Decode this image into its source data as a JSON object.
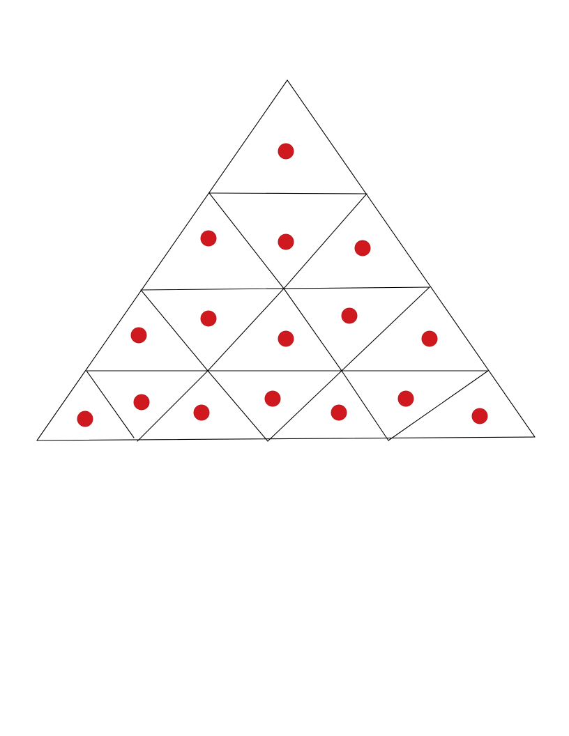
{
  "diagram": {
    "description_visible_text": "",
    "colors": {
      "line": "#000000",
      "dot": "#d0181f",
      "background": "#ffffff"
    },
    "rows": 4,
    "dots_per_row": [
      1,
      3,
      5,
      7
    ],
    "total_dots": 16
  }
}
